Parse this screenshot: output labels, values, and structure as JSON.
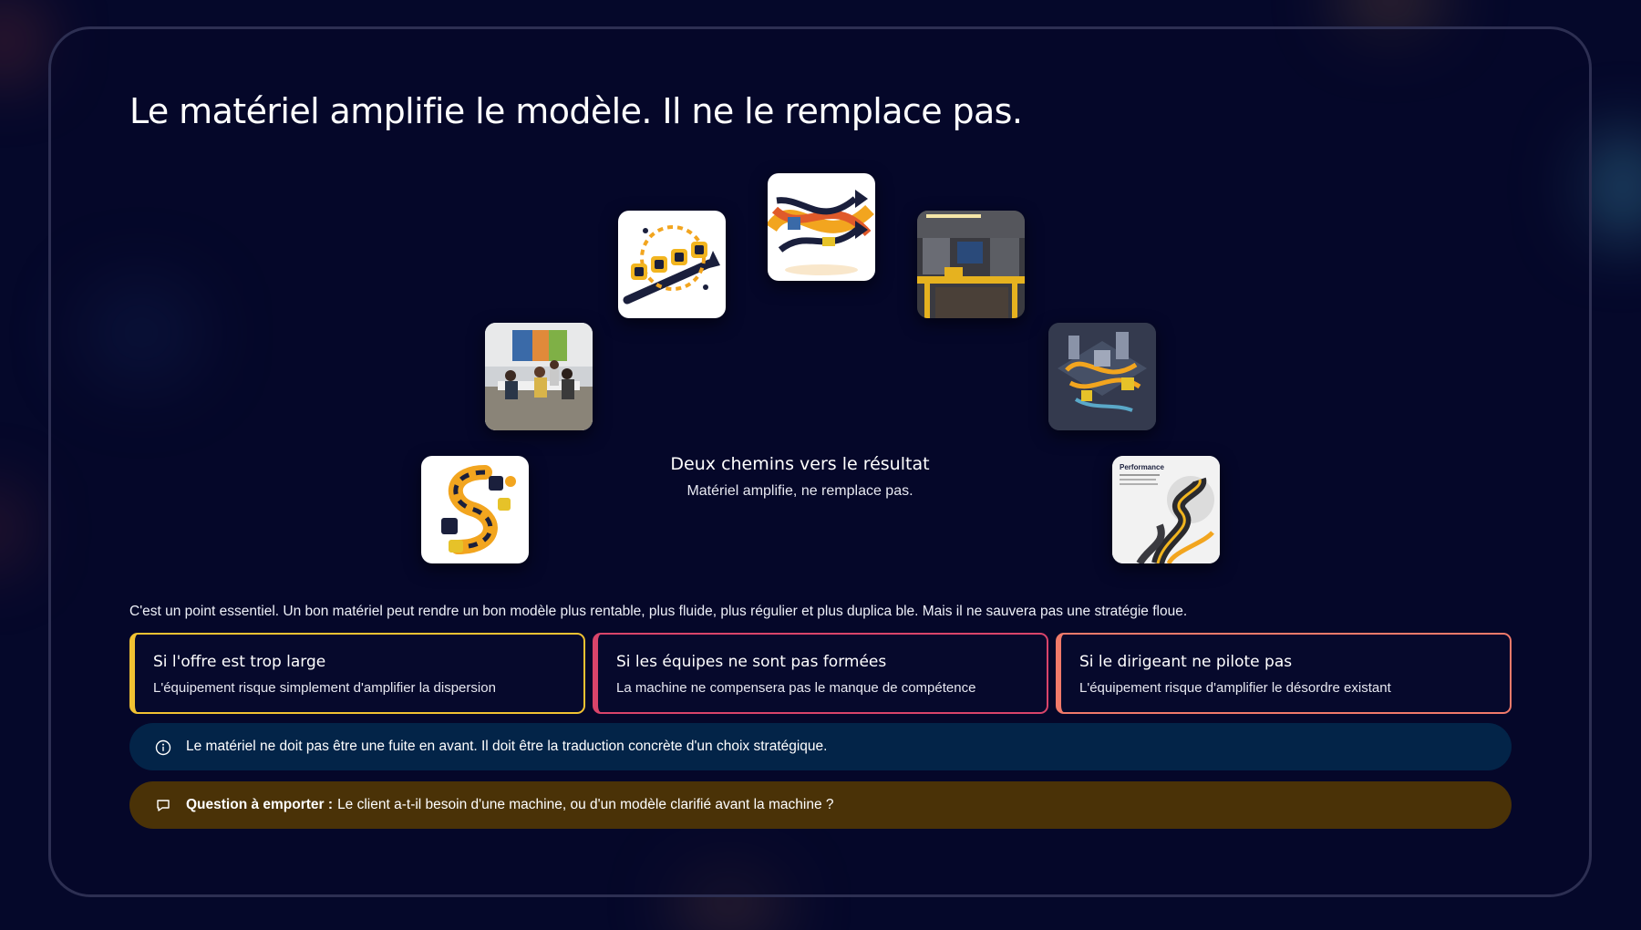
{
  "slide": {
    "title": "Le matériel amplifie le modèle. Il ne le remplace pas.",
    "center": {
      "title": "Deux chemins vers le résultat",
      "subtitle": "Matériel amplifie, ne remplace pas."
    },
    "tiles": [
      {
        "icon": "puzzle-path-image"
      },
      {
        "icon": "office-team-image"
      },
      {
        "icon": "workflow-arrows-image"
      },
      {
        "icon": "tangled-arrows-image"
      },
      {
        "icon": "workshop-machines-image"
      },
      {
        "icon": "isometric-factory-image"
      },
      {
        "icon": "performance-road-image",
        "label": "Performance"
      }
    ],
    "intro": "C'est un point essentiel. Un bon matériel peut rendre un bon modèle plus rentable, plus fluide, plus régulier et plus duplica ble. Mais il ne sauvera pas une stratégie floue.",
    "cards": [
      {
        "title": "Si l'offre est trop large",
        "text": "L'équipement risque simplement d'amplifier la dispersion",
        "color": "#f1c232"
      },
      {
        "title": "Si les équipes ne sont pas formées",
        "text": "La machine ne compensera pas le manque de compétence",
        "color": "#d9446a"
      },
      {
        "title": "Si le dirigeant ne pilote pas",
        "text": "L'équipement risque d'amplifier le désordre existant",
        "color": "#f07a6a"
      }
    ],
    "info": {
      "text": "Le matériel ne doit pas être une fuite en avant. Il doit être la traduction concrète d'un choix stratégique.",
      "icon": "info-icon",
      "bg": "#032448"
    },
    "question": {
      "label": "Question à emporter :",
      "text": "Le client a-t-il besoin d'une machine, ou d'un modèle clarifié avant la machine ?",
      "icon": "chat-bubble-icon",
      "bg": "#4a3207"
    }
  }
}
